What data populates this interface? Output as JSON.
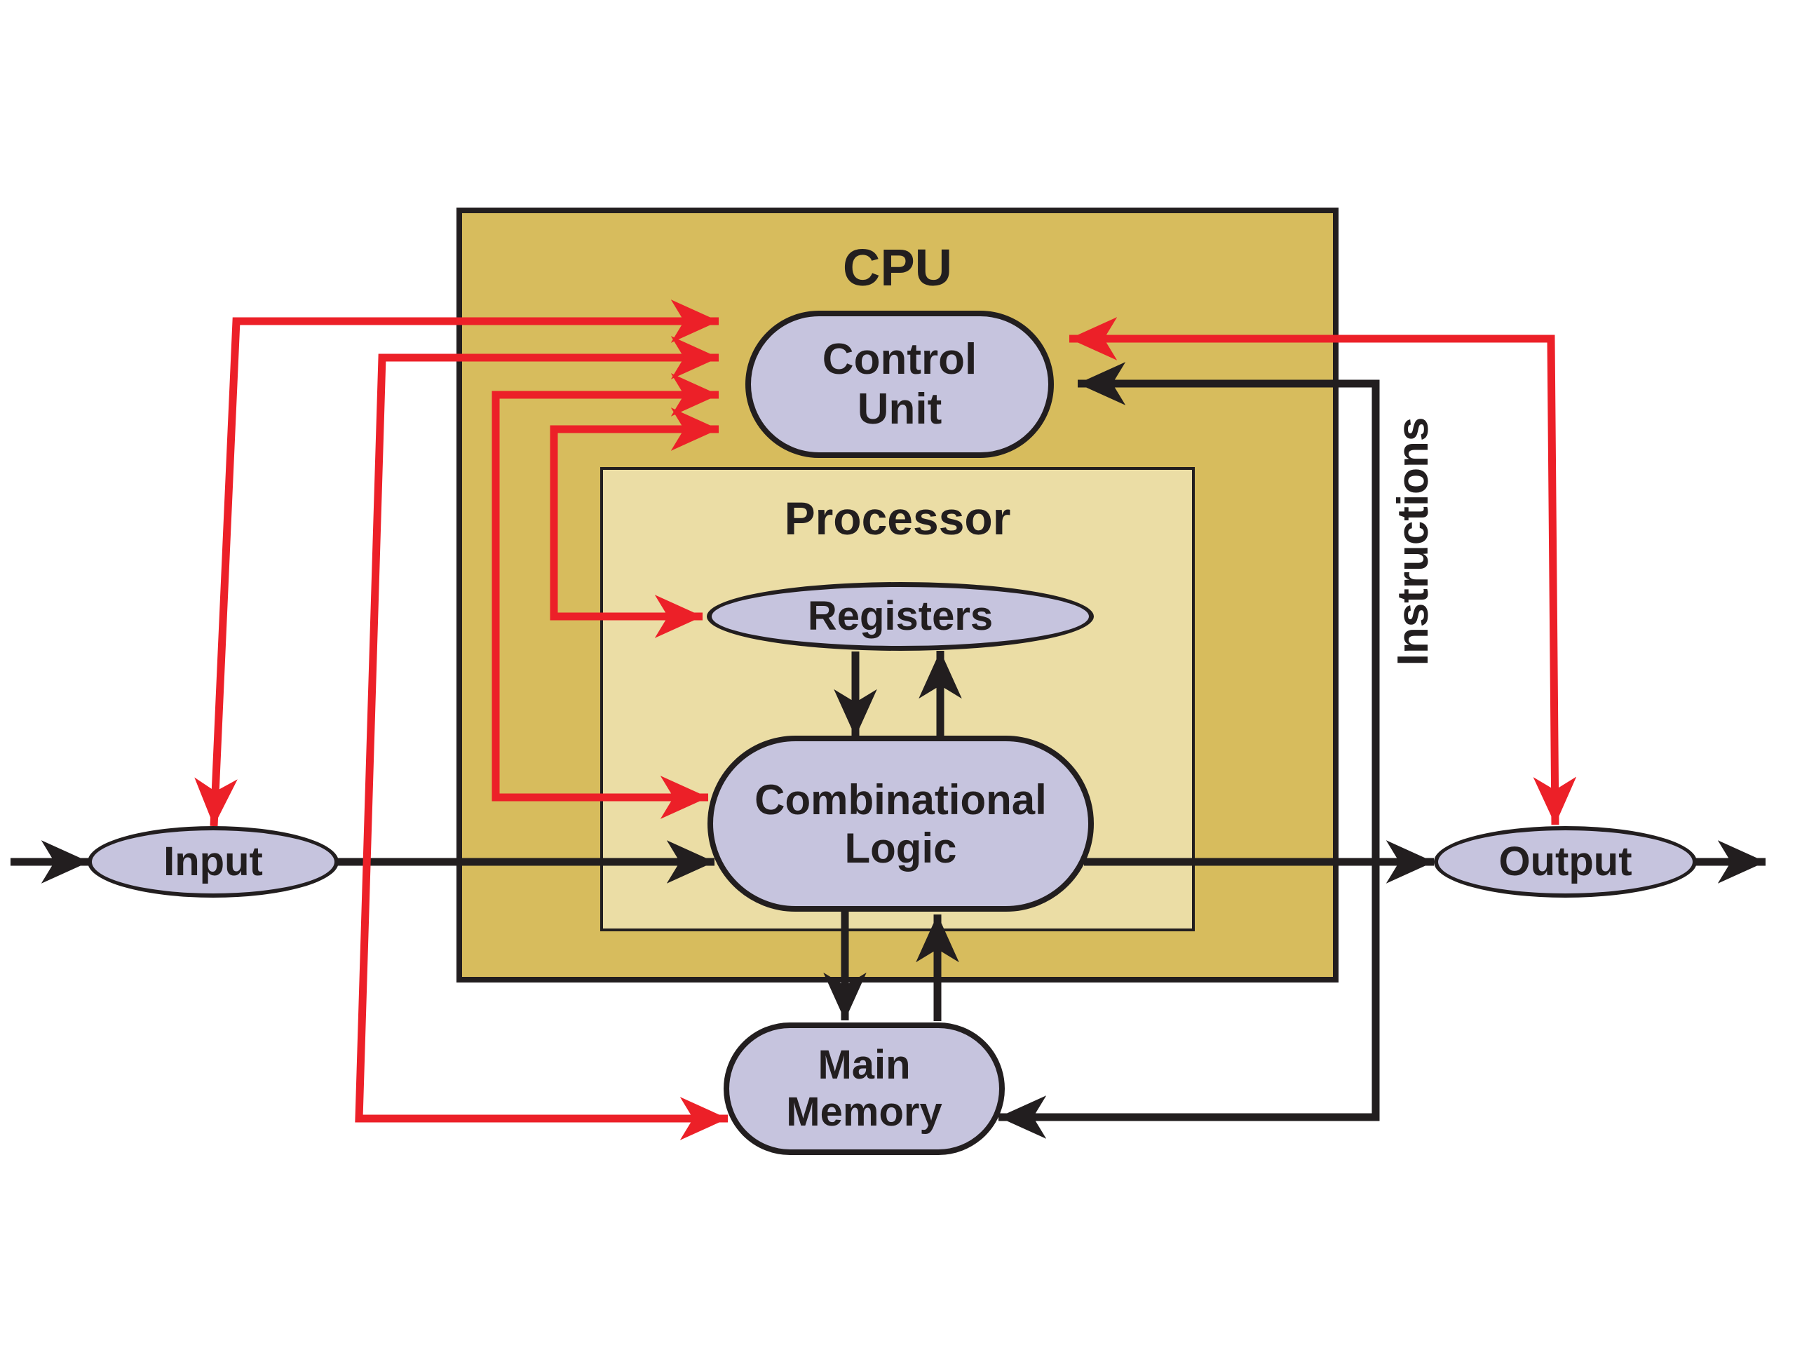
{
  "diagram": {
    "cpu_label": "CPU",
    "processor_label": "Processor",
    "instructions_label": "Instructions",
    "nodes": {
      "control_unit": {
        "lines": [
          "Control",
          "Unit"
        ]
      },
      "registers": {
        "lines": [
          "Registers"
        ]
      },
      "combinational_logic": {
        "lines": [
          "Combinational",
          "Logic"
        ]
      },
      "input": {
        "lines": [
          "Input"
        ]
      },
      "output": {
        "lines": [
          "Output"
        ]
      },
      "main_memory": {
        "lines": [
          "Main",
          "Memory"
        ]
      }
    },
    "colors": {
      "cpu_fill": "#D7BC5D",
      "processor_fill": "#EBDDA5",
      "node_fill": "#C6C4DE",
      "ink": "#221E1F",
      "red": "#EC2028",
      "bg": "#FFFFFF"
    }
  }
}
